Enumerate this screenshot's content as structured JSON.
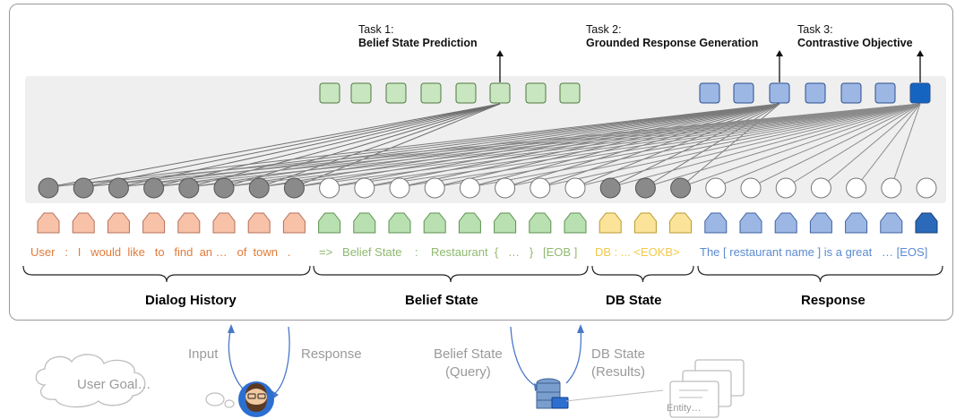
{
  "tasks": [
    {
      "title": "Task 1:",
      "name": "Belief State Prediction"
    },
    {
      "title": "Task 2:",
      "name": "Grounded Response Generation"
    },
    {
      "title": "Task 3:",
      "name": "Contrastive Objective"
    }
  ],
  "tokens": {
    "dialog": "User   :   I   would  like   to   find  an …   of  town   .",
    "belief": "=>   Belief State    :    Restaurant  {   …   }   [EOB ]",
    "db": "DB : ... <EOKB>",
    "response": "The [ restaurant name ] is a great   … [EOS]"
  },
  "sections": {
    "dialog_history": "Dialog History",
    "belief_state": "Belief State",
    "db_state": "DB State",
    "response": "Response"
  },
  "bottom": {
    "user_goal": "User Goal…",
    "input": "Input",
    "response": "Response",
    "belief_query": [
      "Belief State",
      "(Query)"
    ],
    "db_results": [
      "DB State",
      "(Results)"
    ],
    "entity": "Entity…"
  },
  "colors": {
    "dialog": "#e07b39",
    "belief": "#8fb96e",
    "db": "#f2c94c",
    "response": "#5b8bd0",
    "green_box": "#c8e6c0",
    "blue_box": "#9db7e5",
    "dark_blue": "#1565c0"
  }
}
